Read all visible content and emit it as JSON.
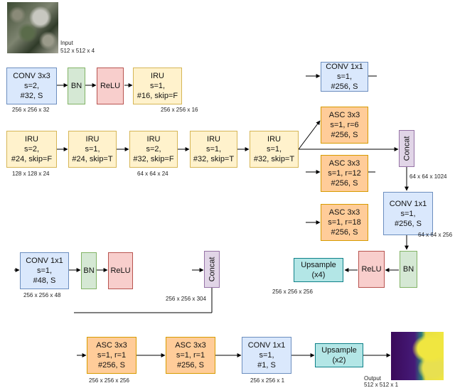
{
  "input": {
    "label": "Input",
    "dims": "512 x 512 x 4"
  },
  "output": {
    "label": "Output",
    "dims": "512 x 512 x 1"
  },
  "blocks": {
    "conv1": [
      "CONV 3x3",
      "s=2,",
      "#32, S"
    ],
    "bn1": [
      "BN"
    ],
    "relu1": [
      "ReLU"
    ],
    "iru1": [
      "IRU",
      "s=1,",
      "#16, skip=F"
    ],
    "iru2": [
      "IRU",
      "s=2,",
      "#24, skip=F"
    ],
    "iru3": [
      "IRU",
      "s=1,",
      "#24, skip=T"
    ],
    "iru4": [
      "IRU",
      "s=2,",
      "#32, skip=F"
    ],
    "iru5": [
      "IRU",
      "s=1,",
      "#32, skip=T"
    ],
    "iru6": [
      "IRU",
      "s=1,",
      "#32, skip=T"
    ],
    "conv1x1_a": [
      "CONV 1x1",
      "s=1,",
      "#256, S"
    ],
    "asc_a": [
      "ASC 3x3",
      "s=1, r=6",
      "#256, S"
    ],
    "asc_b": [
      "ASC 3x3",
      "s=1, r=12",
      "#256, S"
    ],
    "asc_c": [
      "ASC 3x3",
      "s=1, r=18",
      "#256, S"
    ],
    "concat1": [
      "Concat"
    ],
    "conv1x1_b": [
      "CONV 1x1",
      "s=1,",
      "#256, S"
    ],
    "bn2": [
      "BN"
    ],
    "relu2": [
      "ReLU"
    ],
    "ups4": [
      "Upsample",
      "(x4)"
    ],
    "conv1x1_c": [
      "CONV 1x1",
      "s=1,",
      "#48, S"
    ],
    "bn3": [
      "BN"
    ],
    "relu3": [
      "ReLU"
    ],
    "concat2": [
      "Concat"
    ],
    "asc_d": [
      "ASC 3x3",
      "s=1, r=1",
      "#256, S"
    ],
    "asc_e": [
      "ASC 3x3",
      "s=1, r=1",
      "#256, S"
    ],
    "conv1x1_d": [
      "CONV 1x1",
      "s=1,",
      "#1, S"
    ],
    "ups2": [
      "Upsample",
      "(x2)"
    ]
  },
  "dims": {
    "d1": "256 x 256 x 32",
    "d2": "256 x 256 x 16",
    "d3": "128 x 128 x 24",
    "d4": "64 x 64 x 24",
    "d5": "64 x 64 x 1024",
    "d6": "64 x 64 x 256",
    "d7": "256 x 256 x 256",
    "d8": "256 x 256 x 48",
    "d9": "256 x 256 x 304",
    "d10": "256 x 256 x 256",
    "d11": "256 x 256 x 1"
  }
}
